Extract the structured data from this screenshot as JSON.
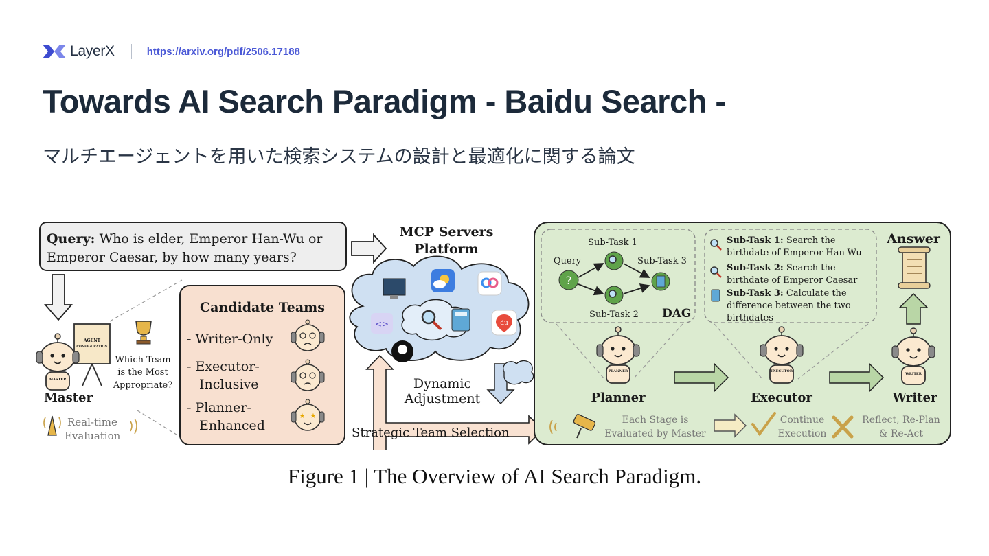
{
  "header": {
    "logo_text": "LayerX",
    "url": "https://arxiv.org/pdf/2506.17188"
  },
  "slide": {
    "title": "Towards AI Search Paradigm - Baidu Search -",
    "subtitle": "マルチエージェントを用いた検索システムの設計と最適化に関する論文"
  },
  "figure": {
    "query_label": "Query:",
    "query_text_line1": " Who is elder, Emperor Han-Wu or",
    "query_text_line2": "Emperor Caesar, by how many years?",
    "mcp_title_line1": "MCP Servers",
    "mcp_title_line2": "Platform",
    "candidate_title": "Candidate Teams",
    "team1": "- Writer-Only",
    "team2_line1": "- Executor-",
    "team2_line2": "Inclusive",
    "team3_line1": "- Planner-",
    "team3_line2": "Enhanced",
    "board_line1": "AGENT",
    "board_line2": "CONFIGURATION",
    "which_line1": "Which Team",
    "which_line2": "is the Most",
    "which_line3": "Appropriate?",
    "master_label": "Master",
    "master_badge": "MASTER",
    "realtime_line1": "Real-time",
    "realtime_line2": "Evaluation",
    "dynamic_line1": "Dynamic",
    "dynamic_line2": "Adjustment",
    "strategic": "Strategic Team Selection",
    "dag_query": "Query",
    "subtask1": "Sub-Task 1",
    "subtask2": "Sub-Task 2",
    "subtask3": "Sub-Task 3",
    "dag_label": "DAG",
    "st1_bold": "Sub-Task 1:",
    "st1_rest": " Search the",
    "st1_line2": "birthdate of Emperor Han-Wu",
    "st2_bold": "Sub-Task 2:",
    "st2_rest": " Search the",
    "st2_line2": "birthdate of Emperor Caesar",
    "st3_bold": "Sub-Task 3:",
    "st3_rest": " Calculate the",
    "st3_line2": "difference between the two",
    "st3_line3": "birthdates",
    "answer_label": "Answer",
    "planner_label": "Planner",
    "planner_badge": "PLANNER",
    "executor_label": "Executor",
    "executor_badge": "EXECUTOR",
    "writer_label": "Writer",
    "writer_badge": "WRITER",
    "stage_line1": "Each Stage is",
    "stage_line2": "Evaluated by Master",
    "continue_line1": "Continue",
    "continue_line2": "Execution",
    "reflect_line1": "Reflect, Re-Plan",
    "reflect_line2": "& Re-Act",
    "du_icon_text": "du",
    "code_icon_text": "<>"
  },
  "caption": "Figure 1 | The Overview of AI Search Paradigm.",
  "colors": {
    "panel_green": "#dcebd0",
    "panel_peach": "#f8e0d0",
    "cloud_blue": "#cfe0f2",
    "arrow_green": "#b9d6a6",
    "brand_blue": "#4a58d6"
  }
}
